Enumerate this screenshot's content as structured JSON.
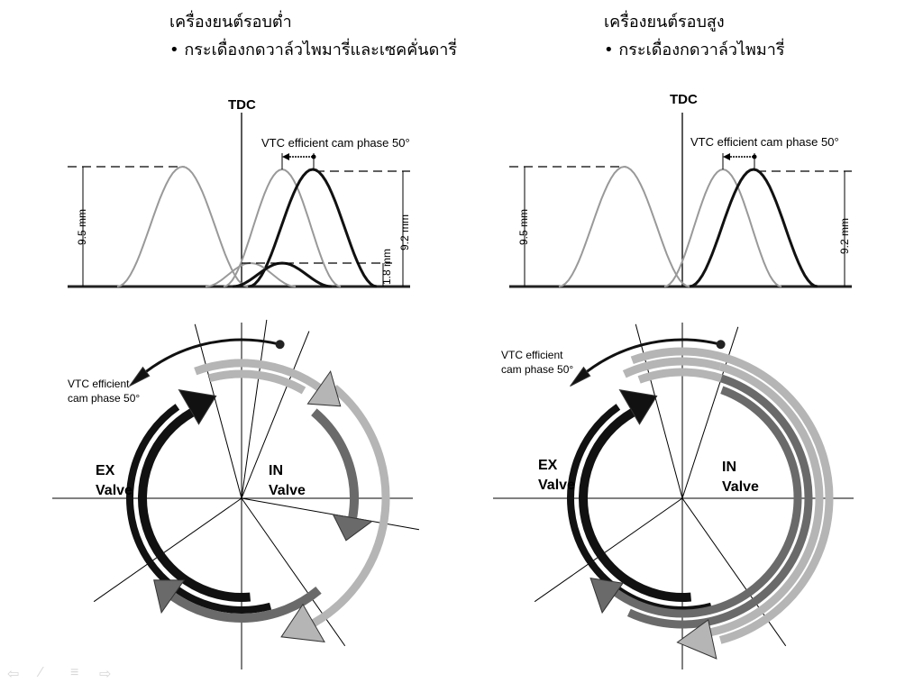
{
  "left": {
    "title": "เครื่องยนต์รอบต่ำ",
    "bullet": "• กระเดื่องกดวาล์วไพมารี่และเซคคั่นดารี่",
    "tdc": "TDC",
    "vtc_label": "VTC efficient cam phase 50°",
    "ex_lift": "9.5 mm",
    "in_lift": "9.2 mm",
    "secondary_lift": "1.8 mm",
    "circle_vtc_line1": "VTC efficient",
    "circle_vtc_line2": "cam phase 50°",
    "ex_line1": "EX",
    "ex_line2": "Valve",
    "in_line1": "IN",
    "in_line2": "Valve"
  },
  "right": {
    "title": "เครื่องยนต์รอบสูง",
    "bullet": "• กระเดื่องกดวาล์วไพมารี่",
    "tdc": "TDC",
    "vtc_label": "VTC efficient cam phase 50°",
    "ex_lift": "9.5 mm",
    "in_lift": "9.2 mm",
    "circle_vtc_line1": "VTC efficient",
    "circle_vtc_line2": "cam phase 50°",
    "ex_line1": "EX",
    "ex_line2": "Valve",
    "in_line1": "IN",
    "in_line2": "Valve"
  },
  "nav": {
    "prev": "back-arrow-icon",
    "pen": "pen-icon",
    "menu": "menu-icon",
    "next": "forward-arrow-icon"
  },
  "colors": {
    "light_gray": "#b5b5b5",
    "dark_gray": "#6a6a6a",
    "black": "#111111"
  }
}
